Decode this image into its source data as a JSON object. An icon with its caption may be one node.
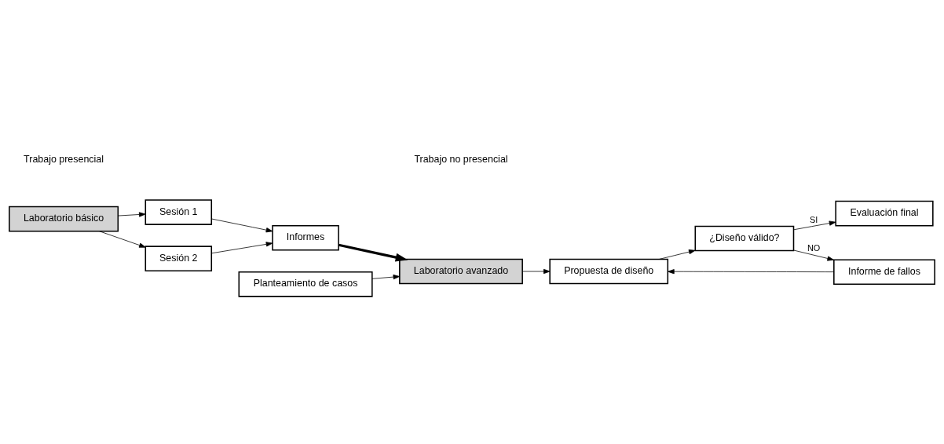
{
  "diagram": {
    "nodes": [
      {
        "text": [
          "Laboratorio básico"
        ]
      },
      {
        "text": [
          "Sesión 1"
        ]
      },
      {
        "text": [
          "Sesión 2"
        ]
      },
      {
        "text": [
          "Informes"
        ]
      },
      {
        "text": [
          "Planteamiento de casos"
        ]
      },
      {
        "text": [
          "Laboratorio avanzado"
        ]
      },
      {
        "text": [
          "Propuesta de diseño"
        ]
      },
      {
        "text": [
          "¿Diseño válido?"
        ]
      },
      {
        "text": [
          "Informe de fallos"
        ]
      },
      {
        "text": [
          "Evaluación final"
        ]
      }
    ],
    "edges": [
      {
        "from": 0,
        "to": 1,
        "arrow": "to"
      },
      {
        "from": 0,
        "to": 2,
        "arrow": "to"
      },
      {
        "from": 1,
        "to": 3,
        "arrow": "to"
      },
      {
        "from": 2,
        "to": 3,
        "arrow": "to"
      },
      {
        "from": 3,
        "to": 5,
        "arrow": "to",
        "style": "thick"
      },
      {
        "from": 4,
        "to": 5,
        "arrow": "to"
      },
      {
        "from": 5,
        "to": 6,
        "arrow": "to"
      },
      {
        "from": 8,
        "to": 6,
        "arrow": "to"
      },
      {
        "from": 6,
        "to": 7,
        "arrow": "to"
      },
      {
        "from": 7,
        "to": 8,
        "label": "NO",
        "arrow": "to"
      },
      {
        "from": 7,
        "to": 9,
        "label": "SI",
        "arrow": "to"
      }
    ],
    "labels": [
      "Trabajo presencial",
      "Trabajo no presencial"
    ]
  }
}
